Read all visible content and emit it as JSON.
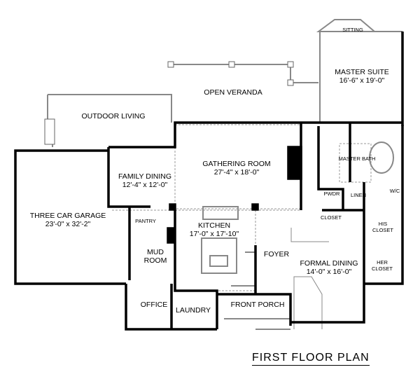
{
  "title": "FIRST FLOOR PLAN",
  "rooms": {
    "sitting": {
      "name": "SITTING"
    },
    "master_suite": {
      "name": "MASTER SUITE",
      "size": "16'-6\" x 19'-0\""
    },
    "open_veranda": {
      "name": "OPEN VERANDA"
    },
    "outdoor_living": {
      "name": "OUTDOOR LIVING"
    },
    "gathering_room": {
      "name": "GATHERING ROOM",
      "size": "27'-4\" x 18'-0\""
    },
    "family_dining": {
      "name": "FAMILY DINING",
      "size": "12'-4\" x 12'-0\""
    },
    "master_bath": {
      "name": "MASTER BATH"
    },
    "pwdr": {
      "name": "PWDR"
    },
    "linen": {
      "name": "LINEN"
    },
    "wc": {
      "name": "W/C"
    },
    "closet": {
      "name": "CLOSET"
    },
    "his_closet": {
      "name": "HIS\nCLOSET"
    },
    "her_closet": {
      "name": "HER\nCLOSET"
    },
    "three_car_garage": {
      "name": "THREE CAR GARAGE",
      "size": "23'-0\" x 32'-2\""
    },
    "pantry": {
      "name": "PANTRY"
    },
    "kitchen": {
      "name": "KITCHEN",
      "size": "17'-0\" x 17'-10\""
    },
    "mud_room": {
      "name": "MUD\nROOM"
    },
    "foyer": {
      "name": "FOYER"
    },
    "formal_dining": {
      "name": "FORMAL DINING",
      "size": "14'-0\" x 16'-0\""
    },
    "office": {
      "name": "OFFICE"
    },
    "laundry": {
      "name": "LAUNDRY"
    },
    "front_porch": {
      "name": "FRONT PORCH"
    }
  }
}
